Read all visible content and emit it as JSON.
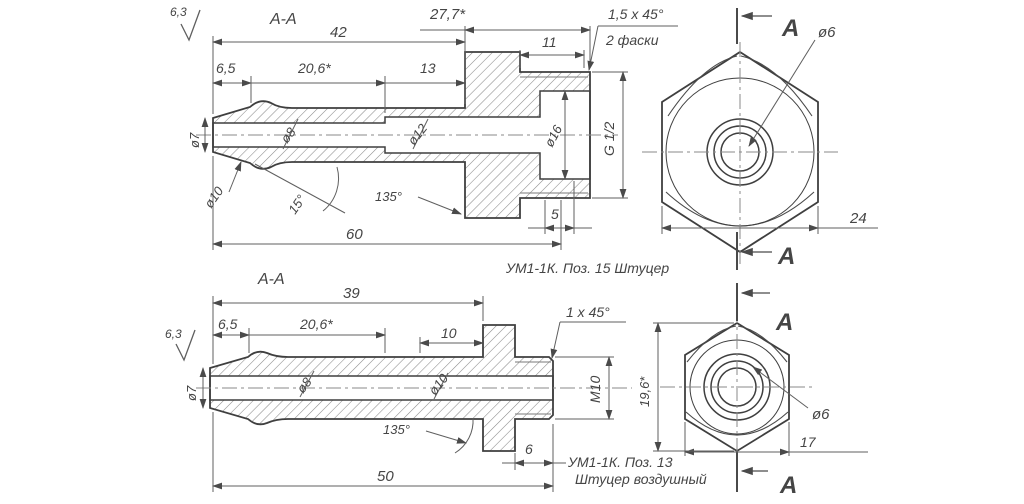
{
  "palette": {
    "ink": "#3f3f3f",
    "thin_ink": "#5f5f5f",
    "text_ink": "#454545",
    "background": "#ffffff"
  },
  "top_drawing": {
    "surface_finish": "6,3",
    "section_label": "A-A",
    "dims": {
      "overall": "42",
      "to_end": "27,7*",
      "thread_len": "11",
      "tip": "6,5",
      "barrel": "20,6*",
      "step": "13",
      "length": "60",
      "groove": "5"
    },
    "chamfer": {
      "size": "1,5 x 45°",
      "note": "2 фаски"
    },
    "diameters": {
      "tip": "ø7",
      "bore": "ø8",
      "counterbore": "ø12",
      "recess": "ø16",
      "cone": "ø10"
    },
    "thread": "G 1/2",
    "angles": {
      "taper": "15°",
      "cone": "135°"
    },
    "caption": "УМ1-1К. Поз. 15 Штуцер"
  },
  "top_hex_view": {
    "arrow_top": "A",
    "arrow_bottom": "A",
    "hole_dia": "ø6",
    "across_flats": "24"
  },
  "bottom_drawing": {
    "surface_finish": "6,3",
    "section_label": "A-A",
    "dims": {
      "overall": "39",
      "tip": "6,5",
      "barrel": "20,6*",
      "to_flange": "10",
      "length": "50",
      "thread_len": "6"
    },
    "chamfer": "1 x 45°",
    "diameters": {
      "tip": "ø7",
      "bore": "ø8",
      "counterbore": "ø10"
    },
    "thread": "M10",
    "angles": {
      "cone": "135°"
    },
    "caption_line1": "УМ1-1К. Поз. 13",
    "caption_line2": "Штуцер воздушный"
  },
  "bottom_hex_view": {
    "arrow_top": "A",
    "arrow_bottom": "A",
    "hole_dia": "ø6",
    "across_flats": "17",
    "across_corners": "19,6*"
  }
}
